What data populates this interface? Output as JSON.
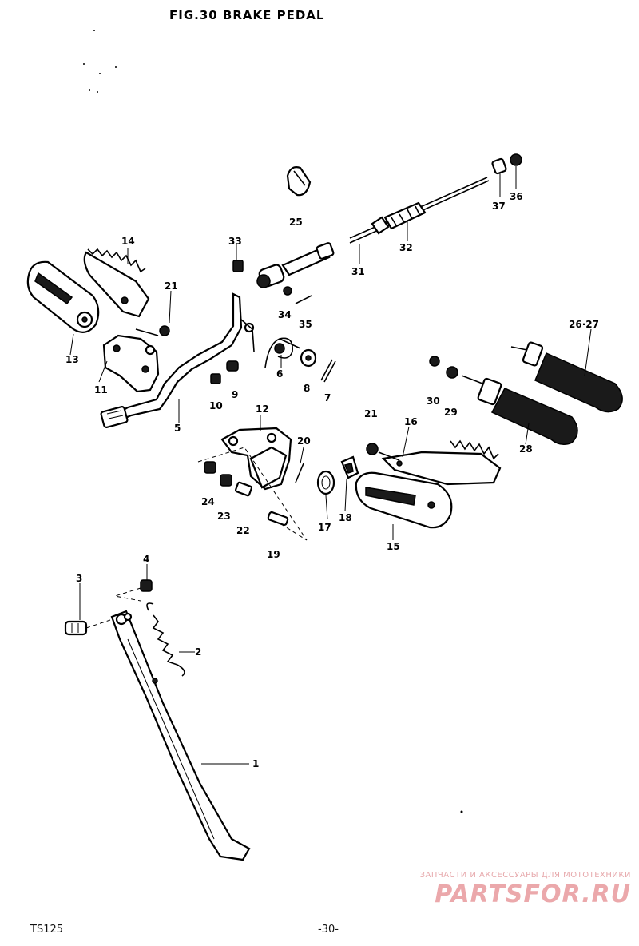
{
  "title": "FIG.30   BRAKE PEDAL",
  "footer": {
    "model": "TS125",
    "page": "-30-"
  },
  "watermark": {
    "tagline": "ЗАПЧАСТИ И АКСЕССУАРЫ ДЛЯ МОТОТЕХНИКИ",
    "logo": "PARTSFOR.RU"
  },
  "callouts": [
    "1",
    "2",
    "3",
    "4",
    "5",
    "6",
    "7",
    "8",
    "9",
    "10",
    "11",
    "12",
    "13",
    "14",
    "15",
    "16",
    "17",
    "18",
    "19",
    "20",
    "21",
    "21",
    "22",
    "23",
    "24",
    "25",
    "26·27",
    "28",
    "29",
    "30",
    "31",
    "32",
    "33",
    "34",
    "35",
    "36",
    "37"
  ],
  "colors": {
    "ink": "#000000",
    "paper": "#ffffff",
    "watermark": "#eba8ab"
  }
}
